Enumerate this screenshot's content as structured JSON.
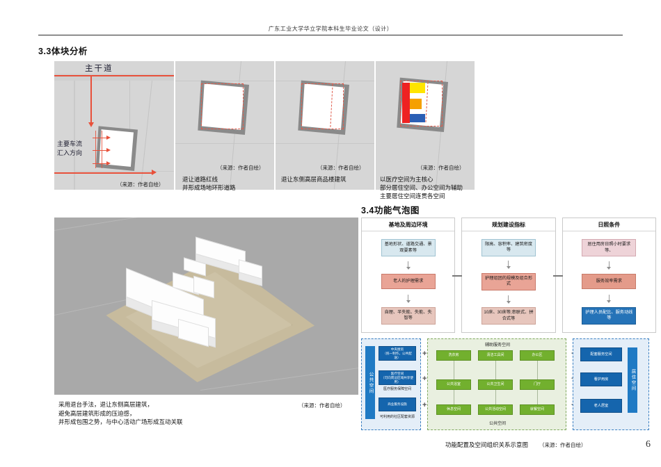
{
  "document": {
    "header": "广东工业大学华立学院本科生毕业论文（设计）",
    "page_number": "6"
  },
  "section_33": {
    "title": "3.3体块分析",
    "diagrams": [
      {
        "id": "traffic-analysis",
        "labels": {
          "main_road": "主干道",
          "flow": "主要车流\n汇入方向"
        },
        "source": "（来源：作者自绘）",
        "caption": ""
      },
      {
        "id": "setback-red-line",
        "source": "（来源：作者自绘）",
        "caption": "退让道路红线\n并形成场地环形道路"
      },
      {
        "id": "setback-east-highrise",
        "source": "（来源：作者自绘）",
        "caption": "退让东侧高层商品楼建筑"
      },
      {
        "id": "function-core",
        "source": "（来源：作者自绘）",
        "caption": "以医疗空间为主核心\n部分居住空间、办公空间为辅助\n主要居住空间连贯各空间",
        "block_colors": {
          "red": "#ee2222",
          "yellow": "#ffe400",
          "orange": "#f5a000",
          "blue": "#2b5fb5"
        }
      }
    ],
    "render": {
      "source": "（来源：作者自绘）",
      "caption": "采用退台手法，退让东侧高层建筑，\n避免高层建筑形成的压迫感，\n并形成包围之势，与中心活动广场形成互动关联"
    }
  },
  "section_34": {
    "title": "3.4功能气泡图",
    "flowchart": {
      "columns": [
        {
          "header": "基地及周边环境",
          "boxes": [
            {
              "text": "基地形状、道路交通、景观要素等",
              "style": "blue"
            },
            {
              "text": "老人的护理需求",
              "style": "red"
            },
            {
              "text": "自理、半失能、失能、失智等",
              "style": "pink"
            }
          ]
        },
        {
          "header": "规划建设指标",
          "boxes": [
            {
              "text": "限高、容积率、建筑密度等",
              "style": "blue"
            },
            {
              "text": "护理组团的规模及组合形式",
              "style": "red"
            },
            {
              "text": "10床、30床等;串联式、拼合式等",
              "style": "pink"
            }
          ]
        },
        {
          "header": "日照条件",
          "boxes": [
            {
              "text": "居住用房日照小时要求等、",
              "style": "lpink"
            },
            {
              "text": "服务效率需求",
              "style": "sal"
            },
            {
              "text": "护理人员配比、服务动线等",
              "style": "dblue"
            }
          ]
        }
      ],
      "connector": "—"
    },
    "bubble_diagram": {
      "zone_public_service": {
        "vertical_label": "公共空间",
        "boxes": [
          "中央厨房\n（统一制作，公共配送）",
          "医疗空间\n（可向周边区域共享使用）",
          "商业服务设施"
        ],
        "sublabels": [
          "医疗服务保障空间",
          "可利用的社区配套资源"
        ]
      },
      "zone_auxiliary": {
        "top_label": "辅助服务空间",
        "bottom_label": "公共空间",
        "rows": [
          [
            "洗衣房",
            "清洁工具间",
            "办公区"
          ],
          [
            "公共浴室",
            "公共卫生间",
            "门厅"
          ],
          [
            "休息空间",
            "公共活动空间",
            "就餐空间"
          ]
        ]
      },
      "zone_residential": {
        "vertical_label": "居住空间",
        "boxes": [
          "配套服务空间",
          "看护用房",
          "老人居室"
        ]
      },
      "plus_sign": "+"
    },
    "figure_caption": "功能配置及空间组织关系示意图",
    "figure_source": "（来源：作者自绘）"
  }
}
